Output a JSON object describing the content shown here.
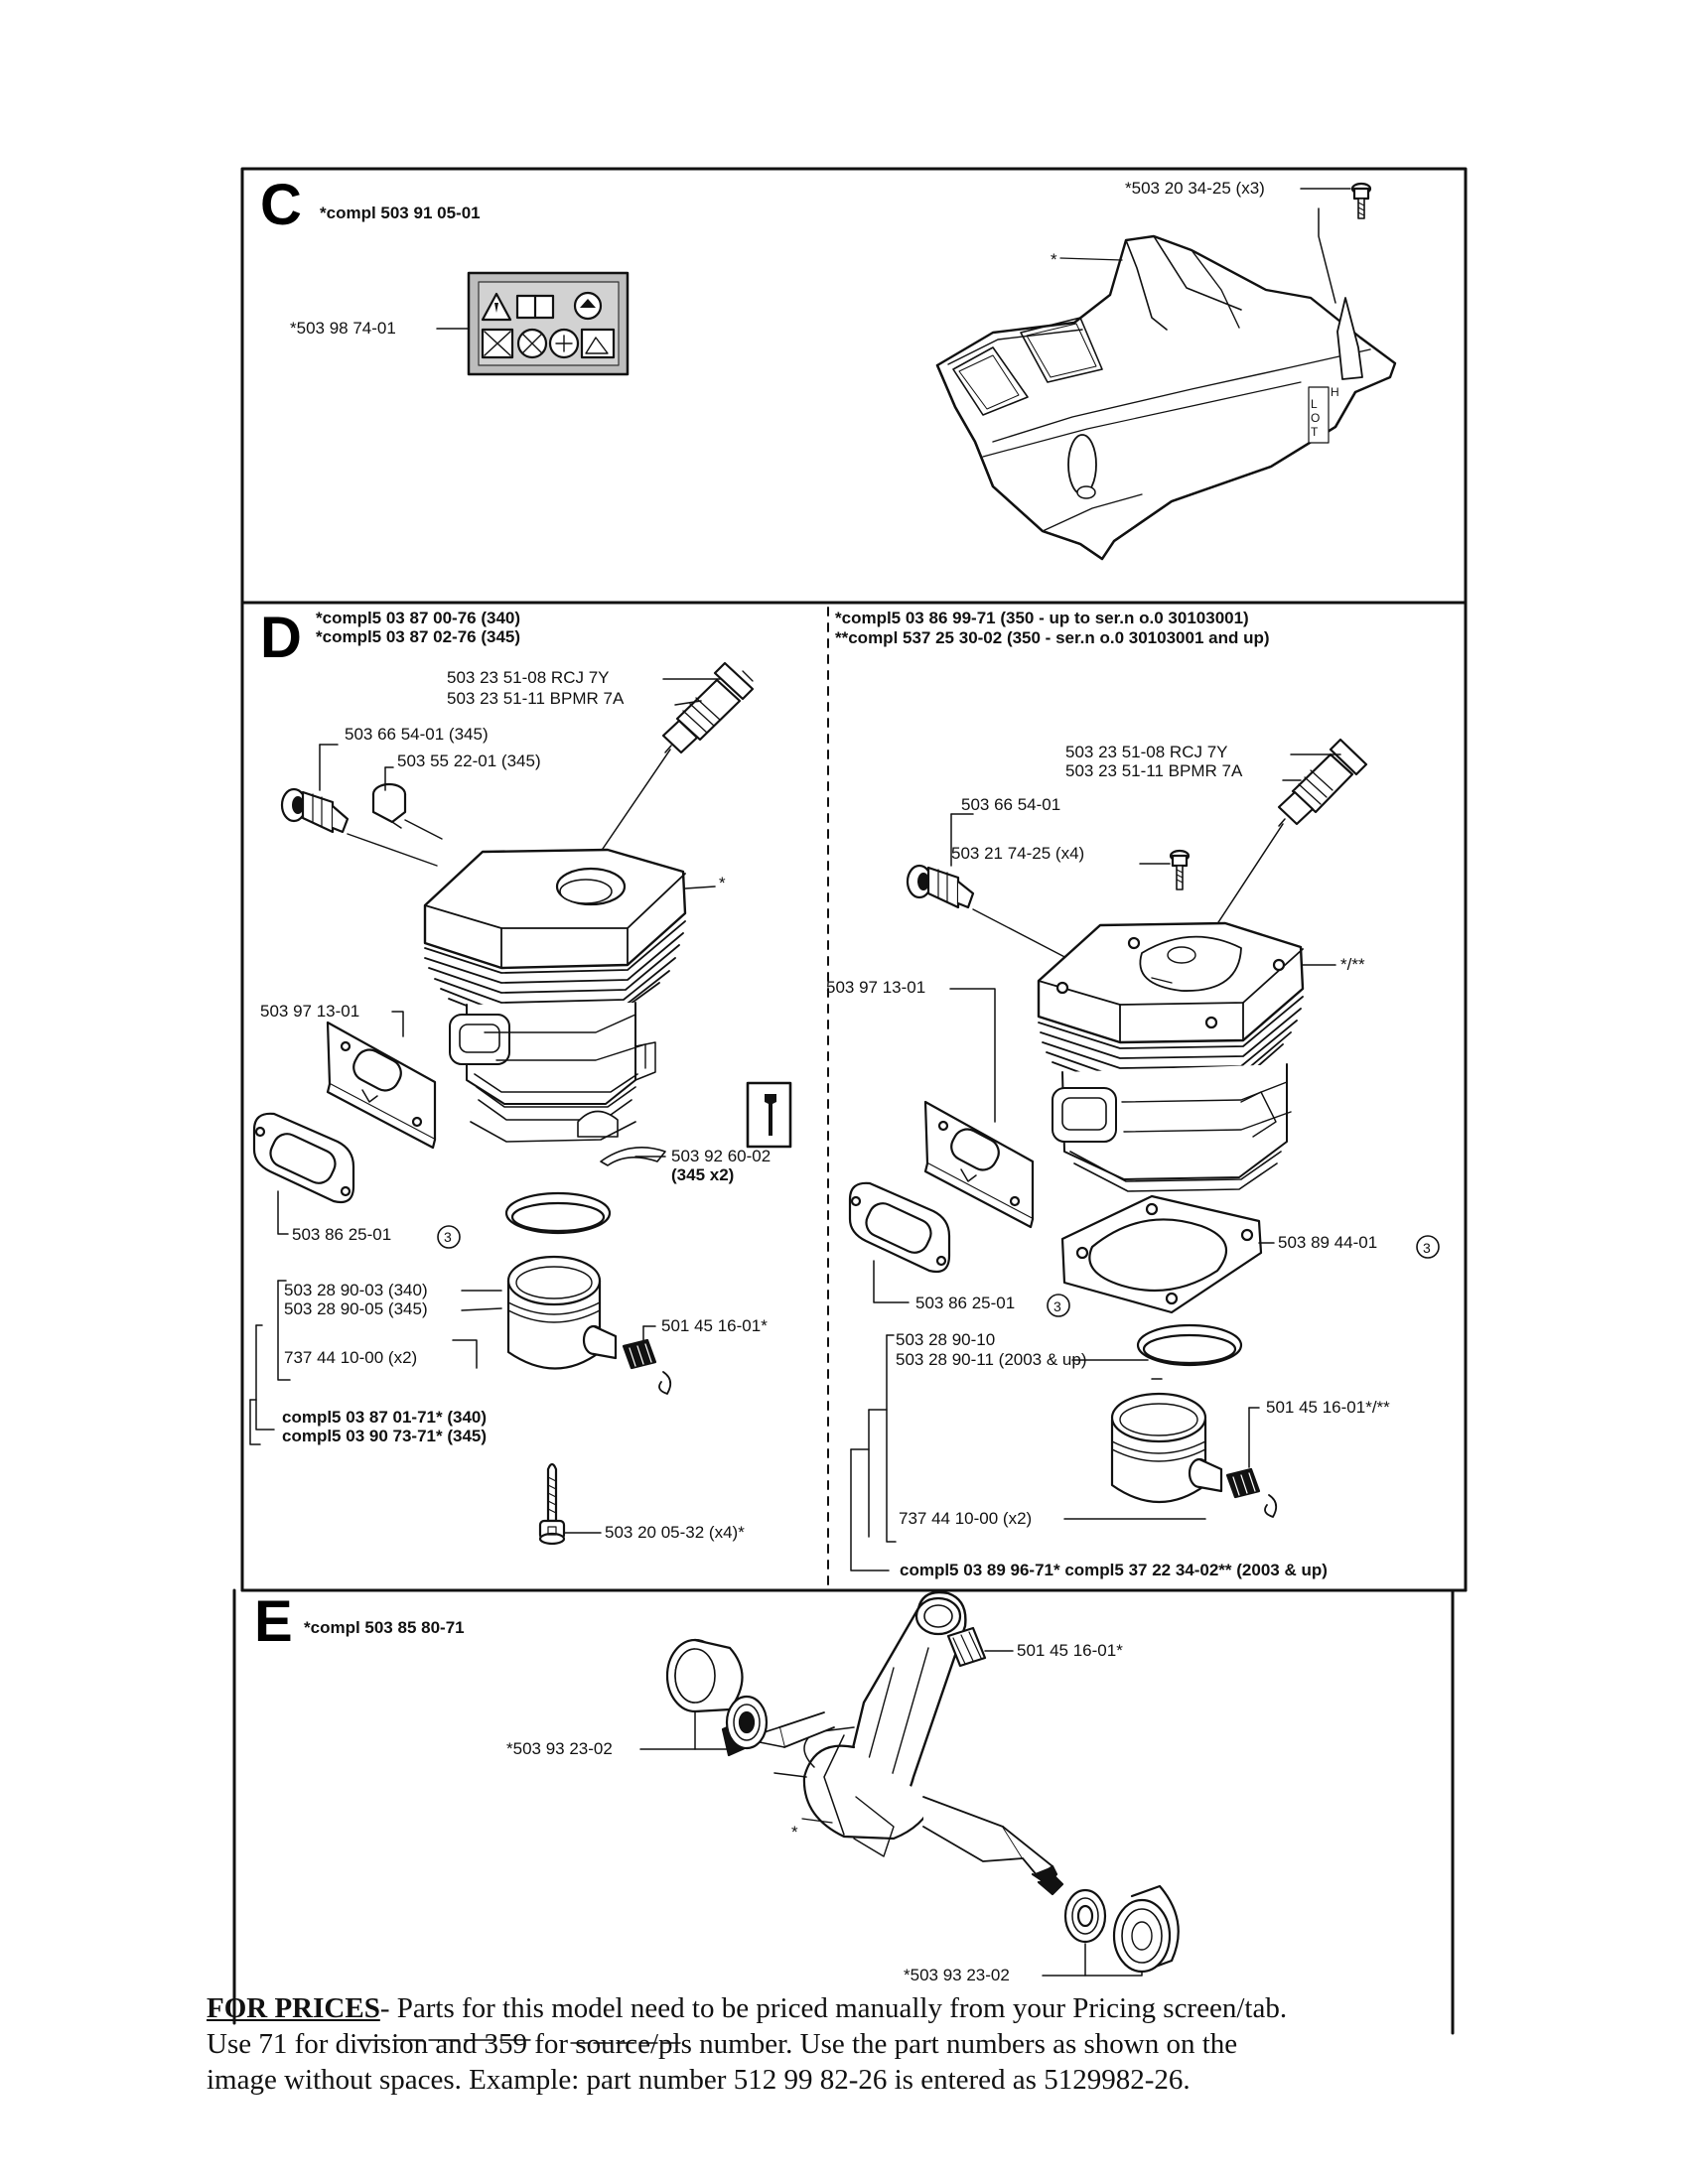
{
  "sections": {
    "C": {
      "letter": "C",
      "compl": "*compl 503 91 05-01",
      "labels": {
        "decal": "*503 98 74-01",
        "screw": "*503 20 34-25 (x3)",
        "cover": "*",
        "choke_mark": "L O T",
        "choke_h": "H"
      }
    },
    "D_left": {
      "letter": "D",
      "compl_340": "*compl5 03 87 00-76 (340)",
      "compl_345": "*compl5 03 87 02-76 (345)",
      "labels": {
        "plug_a": "503 23 51-08 RCJ 7Y",
        "plug_b": "503 23 51-11 BPMR 7A",
        "valve": "503 66 54-01 (345)",
        "plug_cap": "503 55 22-01 (345)",
        "cyl_star": "*",
        "gasket": "503 97 13-01",
        "shim": "503 92 60-02",
        "shim_qty": "(345 x2)",
        "inlet_gasket": "503 86 25-01",
        "inlet_gasket_mark": "3",
        "piston_340": "503 28 90-03 (340)",
        "piston_345": "503 28 90-05 (345)",
        "bearing": "501 45 16-01*",
        "pin": "737 44 10-00 (x2)",
        "kit_340": "compl5 03 87 01-71* (340)",
        "kit_345": "compl5 03 90 73-71* (345)",
        "bolt": "503 20 05-32 (x4)*"
      }
    },
    "D_right": {
      "compl_a": "*compl5 03 86 99-71 (350 - up to ser.n o.0 30103001)",
      "compl_b": "**compl 537 25 30-02 (350 - ser.n o.0 30103001 and up)",
      "labels": {
        "plug_a": "503 23 51-08 RCJ 7Y",
        "plug_b": "503 23 51-11 BPMR 7A",
        "valve": "503 66 54-01",
        "screw": "503 21 74-25 (x4)",
        "cyl_star": "*/**",
        "gasket": "503 97 13-01",
        "base_gasket": "503 89 44-01",
        "base_gasket_mark": "3",
        "inlet_gasket": "503 86 25-01",
        "inlet_gasket_mark": "3",
        "ring_a": "503 28 90-10",
        "ring_b": "503 28 90-11 (2003 & up)",
        "bearing": "501 45 16-01*/**",
        "pin": "737 44 10-00 (x2)",
        "kit": "compl5 03 89 96-71* compl5 37 22 34-02** (2003 & up)"
      }
    },
    "E": {
      "letter": "E",
      "compl": "*compl 503 85 80-71",
      "labels": {
        "bearing_top": "*503 93 23-02",
        "needle": "501 45 16-01*",
        "crank_star": "*",
        "bearing_bottom": "*503 93 23-02"
      }
    }
  },
  "footer": {
    "prefix": "FOR PRICES",
    "line1": "- Parts for this model need to be priced manually from your Pricing screen/tab.",
    "line2": "Use 71 for division and 359 for source/pls number.  Use the part numbers as shown on the",
    "line3": "image without spaces.  Example: part number 512 99 82-26 is entered as 5129982-26."
  }
}
